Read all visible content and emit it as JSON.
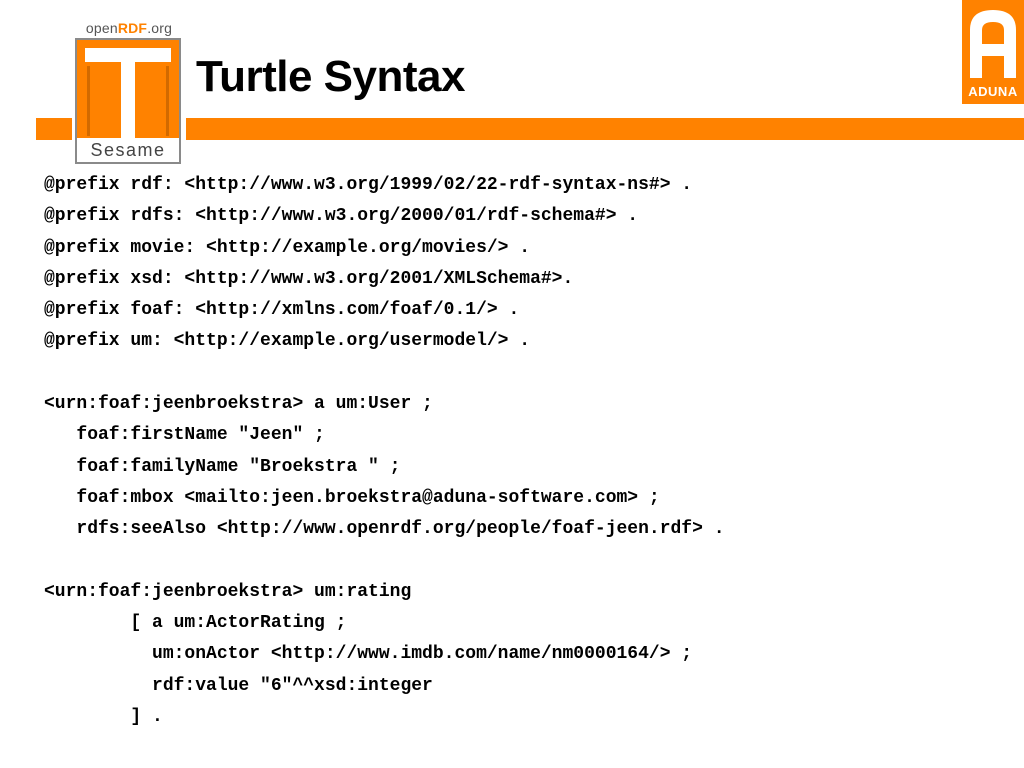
{
  "logo": {
    "openrdf_prefix": "open",
    "openrdf_rdf": "RDF",
    "openrdf_suffix": ".org",
    "sesame_word": "Sesame",
    "aduna_letter": "A",
    "aduna_word": "ADUNA"
  },
  "slide": {
    "title": "Turtle Syntax"
  },
  "colors": {
    "accent": "#ff8200",
    "text": "#000000"
  },
  "code": [
    "@prefix rdf: <http://www.w3.org/1999/02/22-rdf-syntax-ns#> .",
    "@prefix rdfs: <http://www.w3.org/2000/01/rdf-schema#> .",
    "@prefix movie: <http://example.org/movies/> .",
    "@prefix xsd: <http://www.w3.org/2001/XMLSchema#>.",
    "@prefix foaf: <http://xmlns.com/foaf/0.1/> .",
    "@prefix um: <http://example.org/usermodel/> .",
    "",
    "<urn:foaf:jeenbroekstra> a um:User ;",
    "   foaf:firstName \"Jeen\" ;",
    "   foaf:familyName \"Broekstra \" ;",
    "   foaf:mbox <mailto:jeen.broekstra@aduna-software.com> ;",
    "   rdfs:seeAlso <http://www.openrdf.org/people/foaf-jeen.rdf> .",
    "",
    "<urn:foaf:jeenbroekstra> um:rating",
    "        [ a um:ActorRating ;",
    "          um:onActor <http://www.imdb.com/name/nm0000164/> ;",
    "          rdf:value \"6\"^^xsd:integer",
    "        ] ."
  ]
}
